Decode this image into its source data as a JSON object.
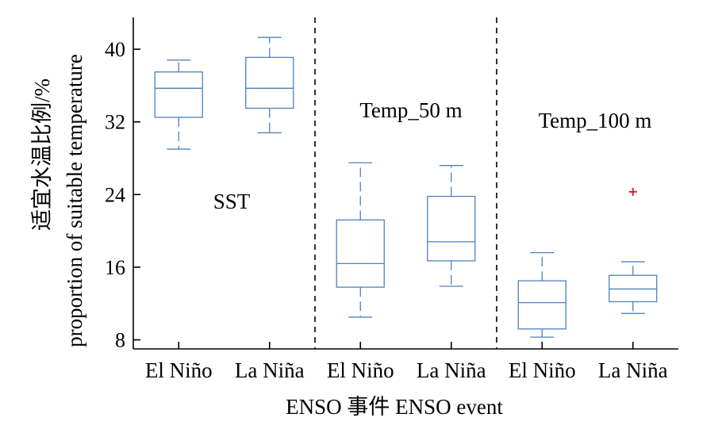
{
  "chart_data": {
    "type": "box",
    "ylabel_zh": "适宜水温比例/%",
    "ylabel_en": "proportion of suitable temperature",
    "xlabel": "ENSO 事件 ENSO event",
    "ylim": [
      7,
      43.5
    ],
    "yticks": [
      8,
      16,
      24,
      32,
      40
    ],
    "categories": [
      "El Niño",
      "La Niña",
      "El Niño",
      "La Niña",
      "El Niño",
      "La Niña"
    ],
    "panels": [
      {
        "label": "SST",
        "categories": [
          "El Niño",
          "La Niña"
        ]
      },
      {
        "label": "Temp_50 m",
        "categories": [
          "El Niño",
          "La Niña"
        ]
      },
      {
        "label": "Temp_100 m",
        "categories": [
          "El Niño",
          "La Niña"
        ]
      }
    ],
    "boxes": [
      {
        "panel": "SST",
        "category": "El Niño",
        "whisker_low": 29.0,
        "q1": 32.5,
        "median": 35.7,
        "q3": 37.5,
        "whisker_high": 38.8,
        "outliers": []
      },
      {
        "panel": "SST",
        "category": "La Niña",
        "whisker_low": 30.8,
        "q1": 33.5,
        "median": 35.7,
        "q3": 39.1,
        "whisker_high": 41.3,
        "outliers": []
      },
      {
        "panel": "Temp_50 m",
        "category": "El Niño",
        "whisker_low": 10.5,
        "q1": 13.8,
        "median": 16.4,
        "q3": 21.2,
        "whisker_high": 27.5,
        "outliers": []
      },
      {
        "panel": "Temp_50 m",
        "category": "La Niña",
        "whisker_low": 13.9,
        "q1": 16.7,
        "median": 18.8,
        "q3": 23.8,
        "whisker_high": 27.2,
        "outliers": []
      },
      {
        "panel": "Temp_100 m",
        "category": "El Niño",
        "whisker_low": 8.3,
        "q1": 9.2,
        "median": 12.1,
        "q3": 14.5,
        "whisker_high": 17.6,
        "outliers": []
      },
      {
        "panel": "Temp_100 m",
        "category": "La Niña",
        "whisker_low": 10.9,
        "q1": 12.2,
        "median": 13.6,
        "q3": 15.1,
        "whisker_high": 16.6,
        "outliers": [
          24.3
        ]
      }
    ],
    "colors": {
      "box": "#4f81bd",
      "outlier": "#d62728",
      "axis": "#000000",
      "divider": "#000000"
    },
    "grid": false
  }
}
